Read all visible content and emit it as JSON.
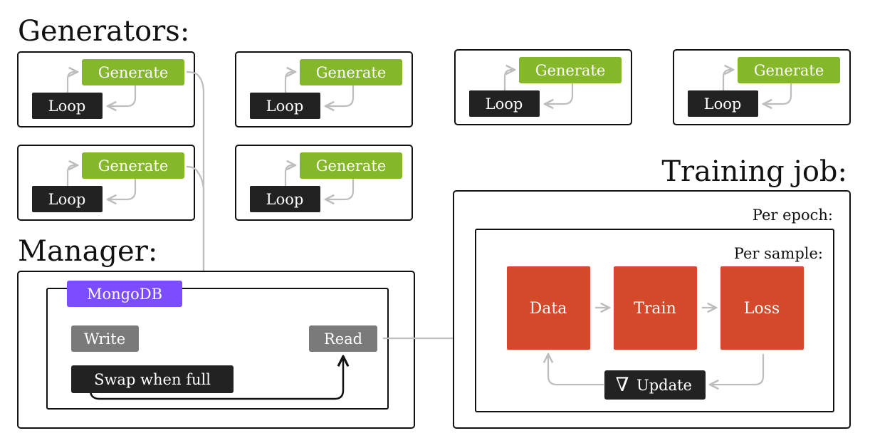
{
  "headings": {
    "generators": "Generators:",
    "manager": "Manager:",
    "training_job": "Training job:",
    "per_epoch": "Per epoch:",
    "per_sample": "Per sample:"
  },
  "generators": [
    {
      "generate": "Generate",
      "loop": "Loop"
    },
    {
      "generate": "Generate",
      "loop": "Loop"
    },
    {
      "generate": "Generate",
      "loop": "Loop"
    },
    {
      "generate": "Generate",
      "loop": "Loop"
    },
    {
      "generate": "Generate",
      "loop": "Loop"
    },
    {
      "generate": "Generate",
      "loop": "Loop"
    }
  ],
  "manager": {
    "db": "MongoDB",
    "write": "Write",
    "read": "Read",
    "swap": "Swap when full"
  },
  "training": {
    "data": "Data",
    "train": "Train",
    "loss": "Loss",
    "update_symbol": "∇",
    "update": "Update"
  },
  "colors": {
    "generate": "#84b82a",
    "dark": "#222222",
    "mongodb": "#7c4dff",
    "stage": "#d3492a",
    "gray_box": "#7a7a7a",
    "arrow_gray": "#bdbdbd",
    "line": "#111111"
  }
}
